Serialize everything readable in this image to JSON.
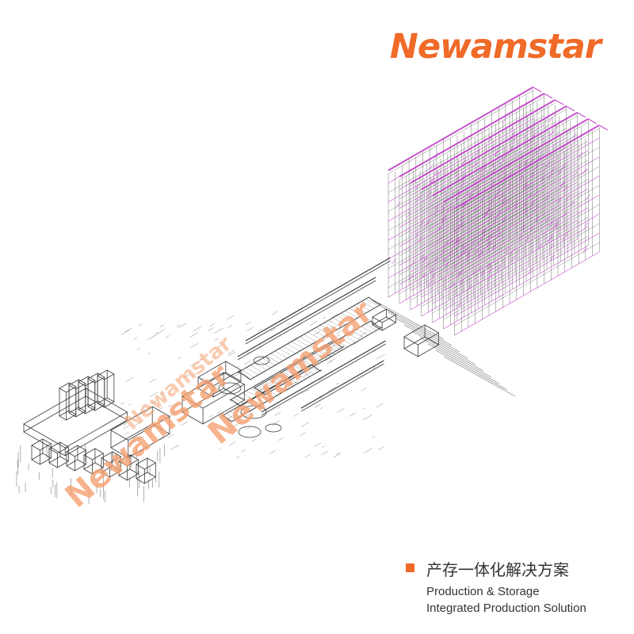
{
  "brand": {
    "name": "Newamstar",
    "color": "#f06a28"
  },
  "watermarks": [
    "Newamstar",
    "Newamstar",
    "Newamstar"
  ],
  "caption": {
    "chinese": "产存一体化解决方案",
    "english_line1": "Production & Storage",
    "english_line2": "Integrated Production Solution"
  },
  "colors": {
    "line_art": "#3a3a3a",
    "storage_highlight": "#c040c8",
    "watermark": "#f5a070"
  }
}
